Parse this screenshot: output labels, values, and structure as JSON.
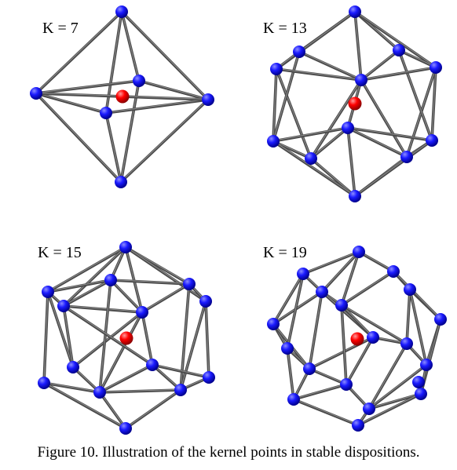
{
  "figure": {
    "panels": [
      {
        "label": "K = 7"
      },
      {
        "label": "K = 13"
      },
      {
        "label": "K = 15"
      },
      {
        "label": "K = 19"
      }
    ],
    "colors": {
      "kernel_point": "#1a1aff",
      "center_point": "#ff0000",
      "edge": "#4a4a4a"
    }
  },
  "caption": "Figure 10. Illustration of the kernel points in stable dispositions."
}
